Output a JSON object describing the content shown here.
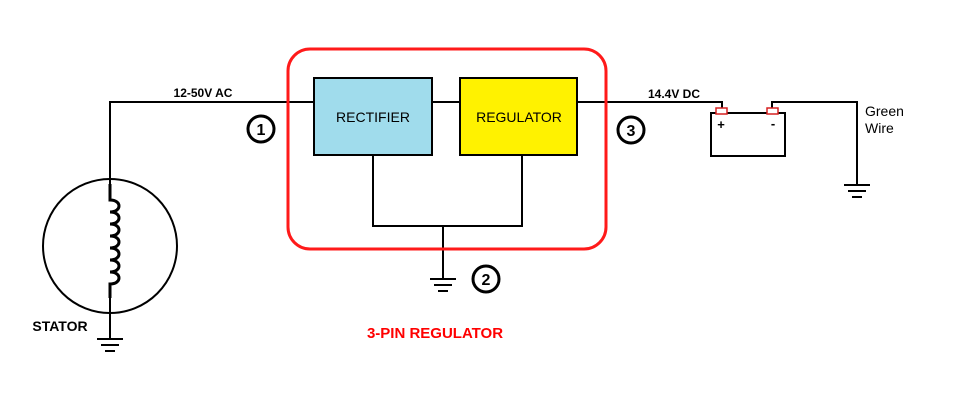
{
  "labels": {
    "ac_voltage": "12-50V AC",
    "dc_voltage": "14.4V DC",
    "rectifier": "RECTIFIER",
    "regulator": "REGULATOR",
    "stator": "STATOR",
    "title": "3-PIN REGULATOR",
    "green_wire_line1": "Green",
    "green_wire_line2": "Wire",
    "battery_plus": "+",
    "battery_minus": "-"
  },
  "pins": {
    "pin1": "1",
    "pin2": "2",
    "pin3": "3"
  },
  "colors": {
    "wire": "#000000",
    "regulator_outline": "#ff1a1a",
    "rectifier_fill": "#a0dcec",
    "regulator_fill": "#fff200",
    "title_text": "#ff0000",
    "battery_terminal": "#d62020"
  }
}
